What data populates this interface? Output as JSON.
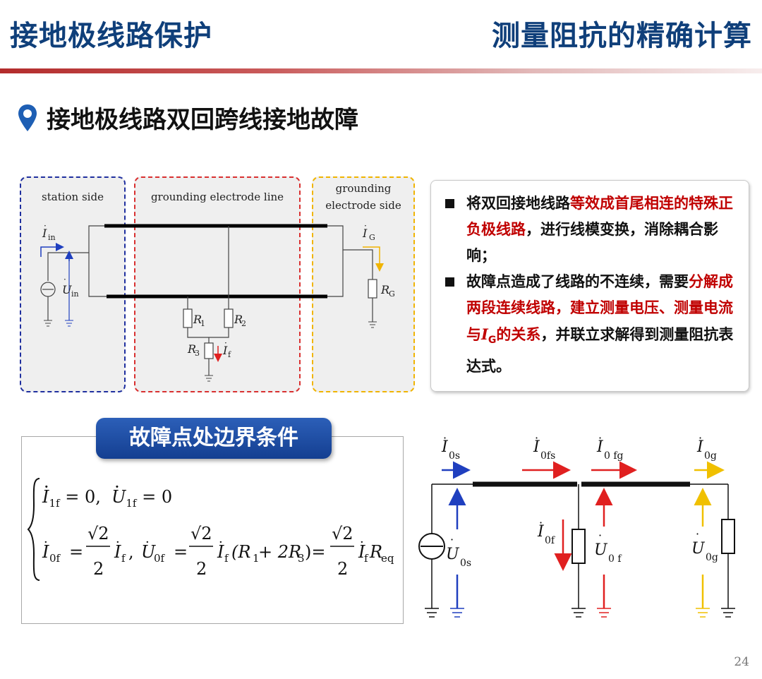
{
  "header": {
    "left_title": "接地极线路保护",
    "right_title": "测量阻抗的精确计算"
  },
  "section": {
    "title": "接地极线路双回跨线接地故障"
  },
  "circuit": {
    "zones": {
      "station": "station side",
      "line": "grounding electrode line",
      "electrode_1": "grounding",
      "electrode_2": "electrode side"
    },
    "labels": {
      "I_in": "in",
      "U_in": "in",
      "I_G": "G",
      "R_G": "G",
      "R1": "1",
      "R2": "2",
      "R3": "3",
      "I_f": "f"
    }
  },
  "bullets": [
    {
      "p1": "将双回接地线路",
      "p2": "等效成首尾相连的特殊正负极线路",
      "p3": "，进行线模变换，消除耦合影响；"
    },
    {
      "p1": "故障点造成了线路的不连续，需要",
      "p2": "分解成两段连续线路，建立测量电压、测量电流与",
      "p2_sym": "I",
      "p2_sub": "G",
      "p2_end": "的关系",
      "p3": "，并联立求解得到测量阻抗表达式。"
    }
  ],
  "conditions": {
    "title": "故障点处边界条件",
    "line1": {
      "a": "I",
      "a_sub": "1f",
      "a_val": "= 0,",
      "b": "U",
      "b_sub": "1f",
      "b_val": "= 0"
    },
    "line2": {
      "I0f": "I",
      "I0f_sub": "0f",
      "sqrt2": "√2",
      "two": "2",
      "If": "I",
      "If_sub": "f",
      "comma": ",",
      "U0f": "U",
      "U0f_sub": "0f",
      "paren": "(R",
      "r1sub": "1",
      "plus": " + 2R",
      "r3sub": "3",
      "close": ")=",
      "Req": "R",
      "Req_sub": "eq"
    }
  },
  "diagram2": {
    "labels": {
      "I0s": "0s",
      "I0fs": "0fs",
      "I0fg": "0 fg",
      "I0g": "0g",
      "I0f": "0f",
      "U0s": "0s",
      "U0f": "0 f",
      "U0g": "0g"
    },
    "colors": {
      "blue": "#1f3fbf",
      "red": "#e02020",
      "yellow": "#f0c000"
    }
  },
  "page": {
    "number": "24"
  }
}
